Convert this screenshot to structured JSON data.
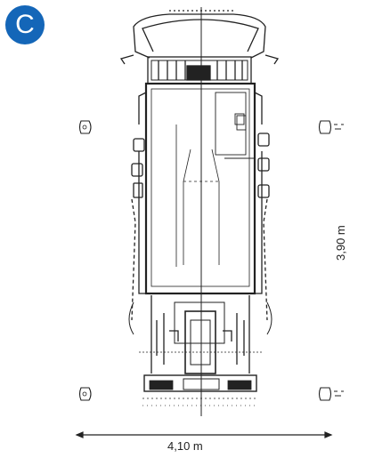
{
  "badge": {
    "letter": "C",
    "color": "#1466b8"
  },
  "dimensions": {
    "width": "4,10 m",
    "depth": "3,90 m"
  },
  "colors": {
    "line": "#222222",
    "accent": "#1466b8"
  }
}
